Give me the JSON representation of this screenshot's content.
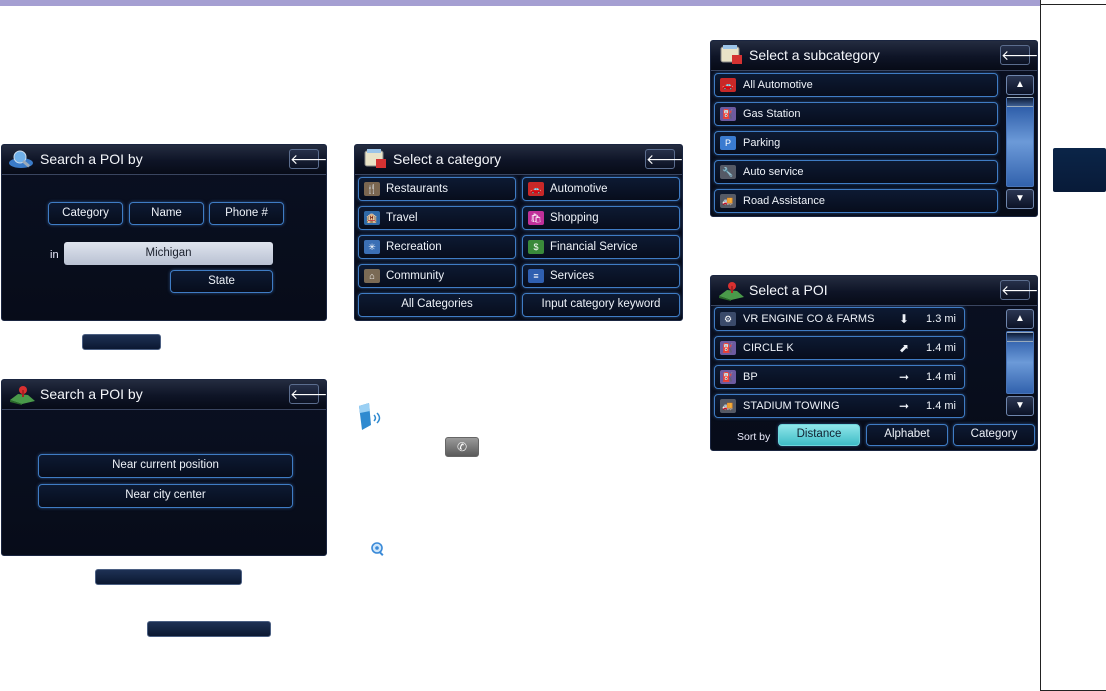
{
  "search_by_1": {
    "title": "Search a POI by",
    "buttons": [
      "Category",
      "Name",
      "Phone #"
    ],
    "in_label": "in",
    "location": "Michigan",
    "state_button": "State"
  },
  "search_by_2": {
    "title": "Search a POI by",
    "buttons": [
      "Near current position",
      "Near city center"
    ]
  },
  "category": {
    "title": "Select a category",
    "items": [
      {
        "label": "Restaurants",
        "icon": "restaurant-icon",
        "color": "#7a6650"
      },
      {
        "label": "Automotive",
        "icon": "car-icon",
        "color": "#c82828"
      },
      {
        "label": "Travel",
        "icon": "travel-icon",
        "color": "#2f6aa8"
      },
      {
        "label": "Shopping",
        "icon": "shopping-icon",
        "color": "#c0309a"
      },
      {
        "label": "Recreation",
        "icon": "recreation-icon",
        "color": "#3b6fb5"
      },
      {
        "label": "Financial Service",
        "icon": "financial-icon",
        "color": "#3a8a3a"
      },
      {
        "label": "Community",
        "icon": "community-icon",
        "color": "#7a6a55"
      },
      {
        "label": "Services",
        "icon": "services-icon",
        "color": "#2f5fb0"
      }
    ],
    "all_categories": "All Categories",
    "keyword": "Input category keyword"
  },
  "subcategory": {
    "title": "Select a subcategory",
    "items": [
      {
        "label": "All Automotive",
        "icon": "car-icon",
        "color": "#c82828"
      },
      {
        "label": "Gas Station",
        "icon": "gas-pump-icon",
        "color": "#6c5aa0"
      },
      {
        "label": "Parking",
        "icon": "parking-icon",
        "color": "#3a7bd0",
        "glyph": "P"
      },
      {
        "label": "Auto service",
        "icon": "wrench-icon",
        "color": "#555a66"
      },
      {
        "label": "Road Assistance",
        "icon": "tow-truck-icon",
        "color": "#555a66"
      }
    ]
  },
  "poi": {
    "title": "Select a POI",
    "items": [
      {
        "label": "VR ENGINE CO & FARMS",
        "dir": "⬇",
        "dist": "1.3 mi",
        "icon": "engine-icon"
      },
      {
        "label": "CIRCLE K",
        "dir": "⬈",
        "dist": "1.4 mi",
        "icon": "gas-pump-icon"
      },
      {
        "label": "BP",
        "dir": "➞",
        "dist": "1.4 mi",
        "icon": "gas-pump-icon"
      },
      {
        "label": "STADIUM TOWING",
        "dir": "➞",
        "dist": "1.4 mi",
        "icon": "tow-truck-icon"
      }
    ],
    "sort_label": "Sort by",
    "sort_options": [
      "Distance",
      "Alphabet",
      "Category"
    ]
  }
}
